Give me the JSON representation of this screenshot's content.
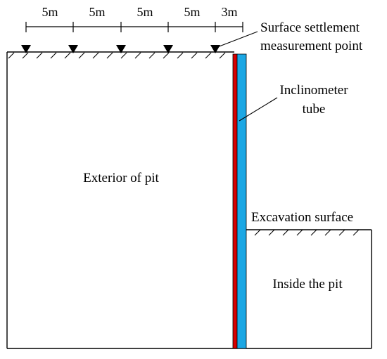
{
  "dimensions": {
    "spacings": [
      "5m",
      "5m",
      "5m",
      "5m",
      "3m"
    ]
  },
  "labels": {
    "surface_point_line1": "Surface settlement",
    "surface_point_line2": "measurement point",
    "inclinometer_line1": "Inclinometer",
    "inclinometer_line2": "tube",
    "exterior": "Exterior of pit",
    "excavation_surface": "Excavation surface",
    "inside": "Inside the pit"
  },
  "colors": {
    "retaining_wall": "#d60000",
    "inclinometer_tube": "#1ba7e4",
    "lines": "#000000"
  },
  "measurement_points": {
    "count": 5,
    "symbol": "down-triangle-marker"
  }
}
